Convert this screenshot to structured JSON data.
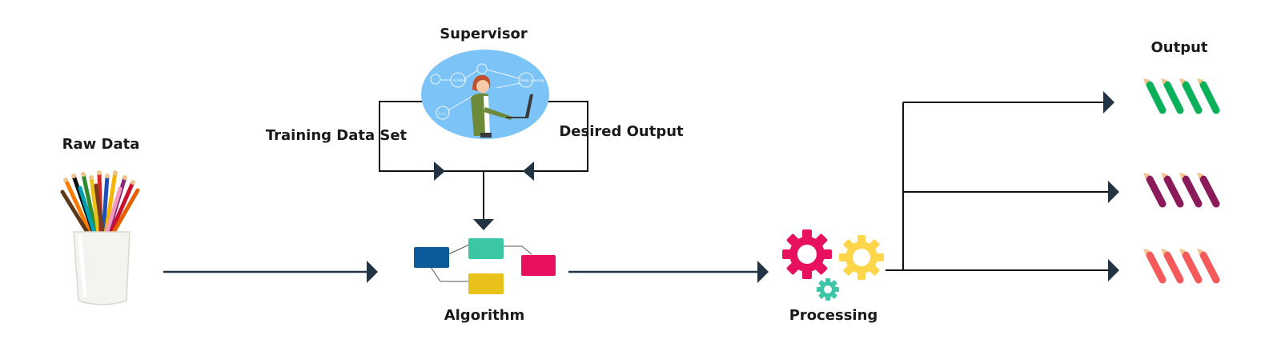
{
  "labels": {
    "raw_data": "Raw Data",
    "supervisor": "Supervisor",
    "training_data_set": "Training Data Set",
    "desired_output": "Desired Output",
    "algorithm": "Algorithm",
    "processing": "Processing",
    "output": "Output"
  },
  "supervisor_screen_text": {
    "node_a": "Ai Robot",
    "node_b": "Deep Learning",
    "node_c": "C++"
  },
  "colors": {
    "arrow": "#223344",
    "line": "#111111",
    "cloud": "#7cc4f8",
    "algo_blue": "#0b5a9a",
    "algo_teal": "#3cc6a6",
    "algo_pink": "#e8115f",
    "algo_yellow": "#e8c11a",
    "gear_pink": "#e8115f",
    "gear_yellow": "#ffd54a",
    "gear_teal": "#3cc6a6",
    "output_green": "#0bb05a",
    "output_purple": "#8a1a5a",
    "output_red": "#f45a5a"
  },
  "icons": [
    "pencil-cup-icon",
    "supervisor-laptop-icon",
    "algorithm-blocks-icon",
    "gears-icon",
    "pencils-icon"
  ]
}
